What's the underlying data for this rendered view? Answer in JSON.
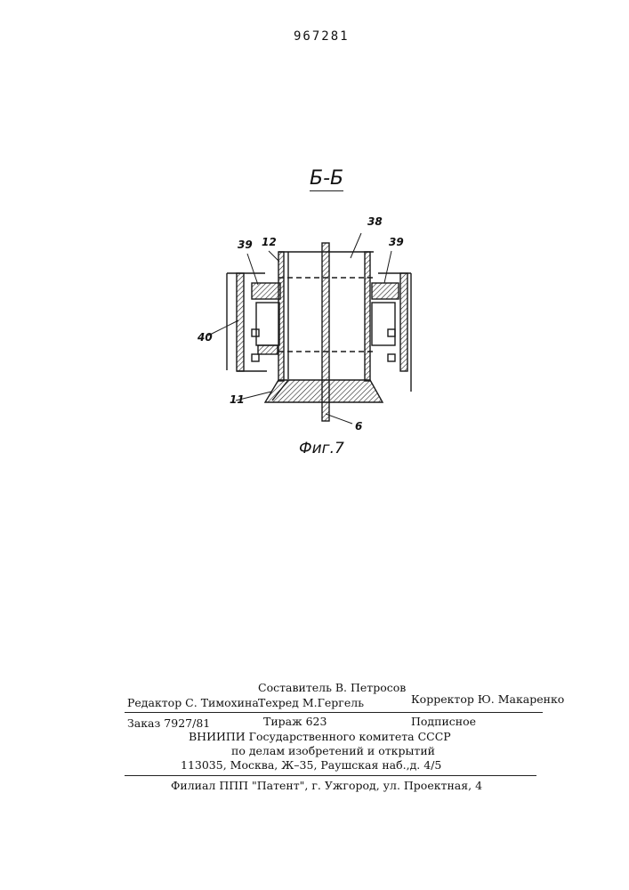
{
  "page_number": "967281",
  "figure": {
    "section_label": "Б-Б",
    "caption": "Фиг.7",
    "labels": {
      "l38": "38",
      "l39a": "39",
      "l12": "12",
      "l39b": "39",
      "l40": "40",
      "l11": "11",
      "l6": "6"
    }
  },
  "imprint": {
    "editor": "Редактор С. Тимохина",
    "compiler": "Составитель В. Петросов",
    "techred": "Техред М.Гергель",
    "corrector": "Корректор Ю. Макаренко",
    "order": "Заказ 7927/81",
    "circulation": "Тираж 623",
    "subscription": "Подписное",
    "org_line1": "ВНИИПИ Государственного комитета СССР",
    "org_line2": "по делам изобретений и открытий",
    "address": "113035, Москва, Ж–35, Раушская наб.,д. 4/5",
    "branch": "Филиал ППП \"Патент\", г. Ужгород, ул. Проектная, 4"
  }
}
